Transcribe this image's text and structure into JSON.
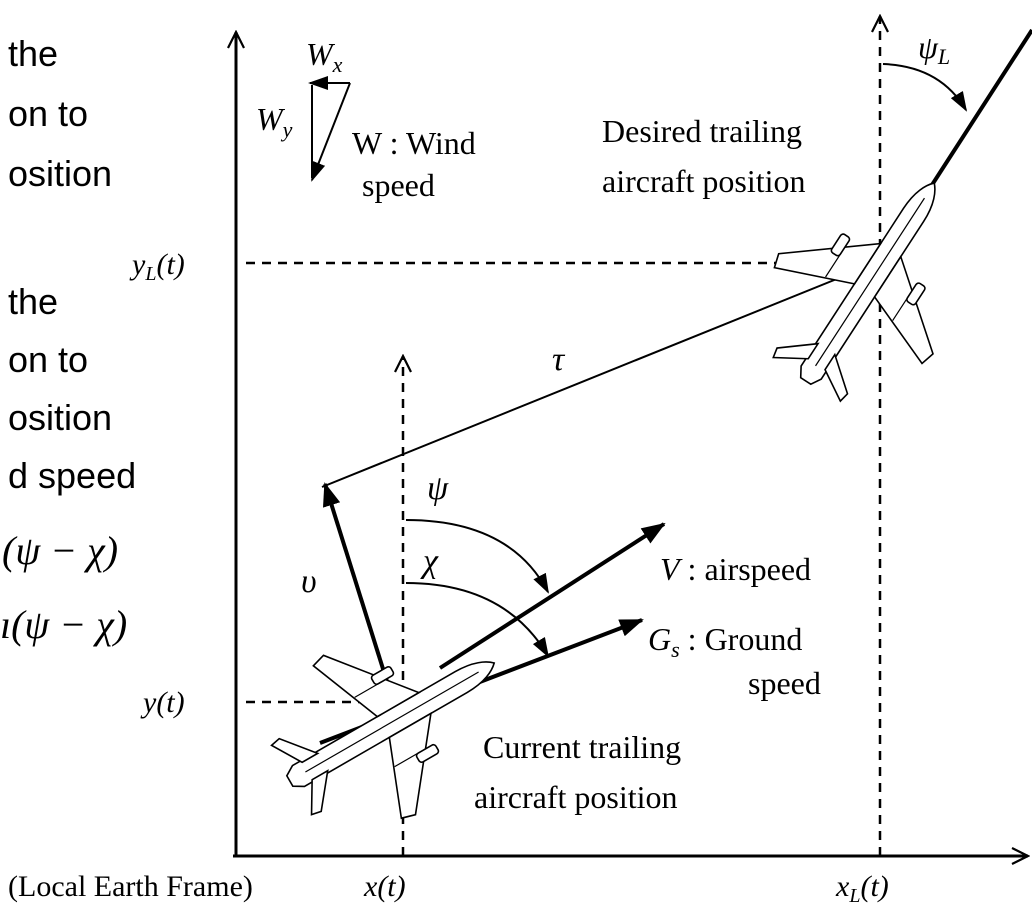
{
  "left_text": {
    "lines": [
      "the",
      "on to",
      "osition",
      "the",
      "on to",
      "osition",
      "d speed"
    ],
    "eq1": "(ψ − χ)",
    "eq2": "ı(ψ − χ)"
  },
  "wind": {
    "wx": "W",
    "wx_sub": "x",
    "wy": "W",
    "wy_sub": "y",
    "caption_line1": "W : Wind",
    "caption_line2": "speed"
  },
  "labels": {
    "psi_L": "ψ",
    "psi_L_sub": "L",
    "desired_line1": "Desired trailing",
    "desired_line2": "aircraft position",
    "yL": "y",
    "yL_sub": "L",
    "yL_tail": "(t)",
    "tau": "τ",
    "psi": "ψ",
    "chi": "χ",
    "upsilon": "υ",
    "airspeed_sym": "V",
    "airspeed_text": " : airspeed",
    "ground_sym": "G",
    "ground_sub": "s",
    "ground_text1": " : Ground",
    "ground_text2": "speed",
    "y_t": "y(t)",
    "current_line1": "Current trailing",
    "current_line2": "aircraft position",
    "frame": "(Local Earth Frame)",
    "x_t": "x(t)",
    "xL": "x",
    "xL_sub": "L",
    "xL_tail": "(t)"
  }
}
